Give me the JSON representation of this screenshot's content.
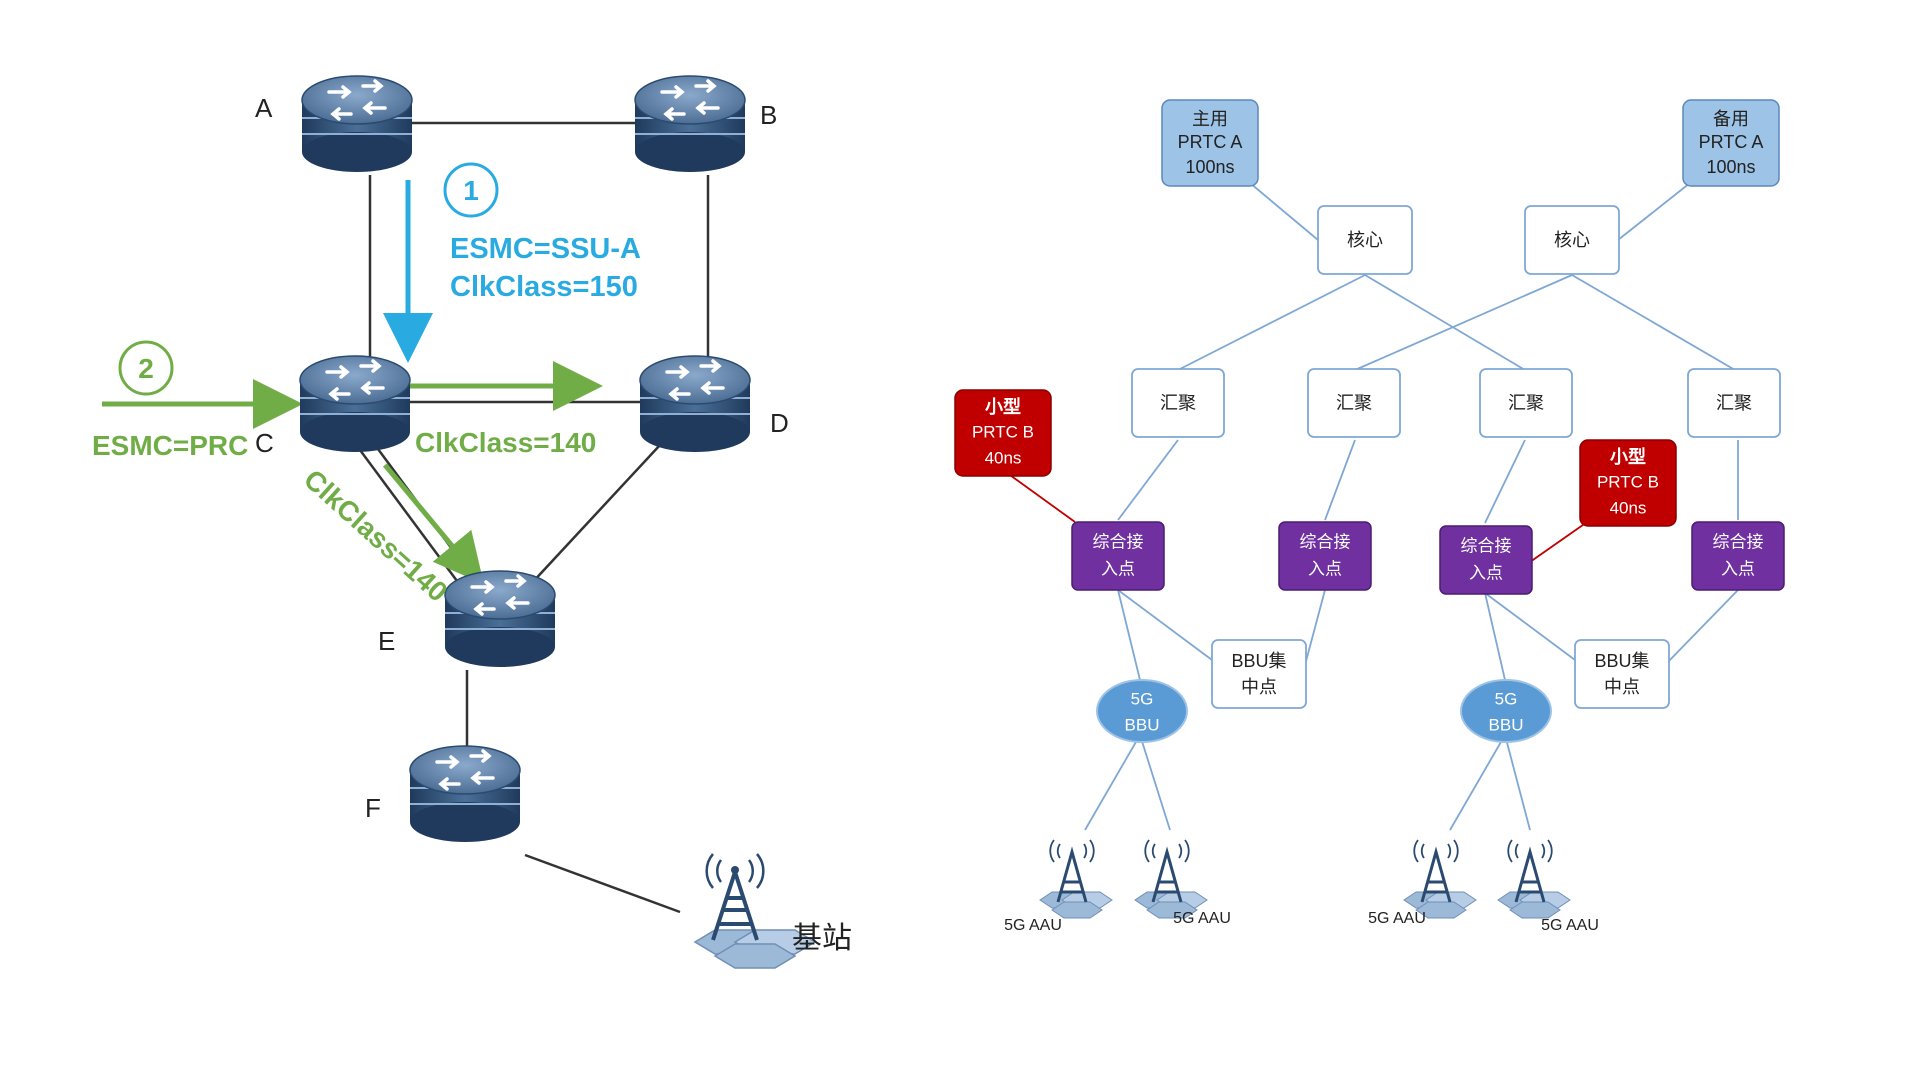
{
  "left": {
    "routers": {
      "A": "A",
      "B": "B",
      "C": "C",
      "D": "D",
      "E": "E",
      "F": "F"
    },
    "step1": {
      "number": "1",
      "esmc": "ESMC=SSU-A",
      "clk": "ClkClass=150",
      "color": "#29abe2"
    },
    "step2": {
      "number": "2",
      "esmc": "ESMC=PRC",
      "clk_d": "ClkClass=140",
      "clk_e": "ClkClass=140",
      "color": "#70ad47"
    },
    "base_station_label": "基站"
  },
  "right": {
    "prtc_a_main": {
      "line1": "主用",
      "line2": "PRTC A",
      "line3": "100ns"
    },
    "prtc_a_backup": {
      "line1": "备用",
      "line2": "PRTC A",
      "line3": "100ns"
    },
    "core": [
      "核心",
      "核心"
    ],
    "aggregation": [
      "汇聚",
      "汇聚",
      "汇聚",
      "汇聚"
    ],
    "access": [
      {
        "line1": "综合接",
        "line2": "入点"
      },
      {
        "line1": "综合接",
        "line2": "入点"
      },
      {
        "line1": "综合接",
        "line2": "入点"
      },
      {
        "line1": "综合接",
        "line2": "入点"
      }
    ],
    "prtc_b": [
      {
        "line1": "小型",
        "line2": "PRTC B",
        "line3": "40ns"
      },
      {
        "line1": "小型",
        "line2": "PRTC B",
        "line3": "40ns"
      }
    ],
    "bbu_center": [
      {
        "line1": "BBU集",
        "line2": "中点"
      },
      {
        "line1": "BBU集",
        "line2": "中点"
      }
    ],
    "bbu": [
      {
        "line1": "5G",
        "line2": "BBU"
      },
      {
        "line1": "5G",
        "line2": "BBU"
      }
    ],
    "aau": [
      "5G AAU",
      "5G AAU",
      "5G AAU",
      "5G AAU"
    ],
    "colors": {
      "prtc_a_fill": "#9dc3e6",
      "prtc_b_fill": "#c00000",
      "access_fill": "#7030a0",
      "bbu_fill": "#5b9bd5",
      "link": "#7fa7d4",
      "red_link": "#c00000"
    }
  }
}
